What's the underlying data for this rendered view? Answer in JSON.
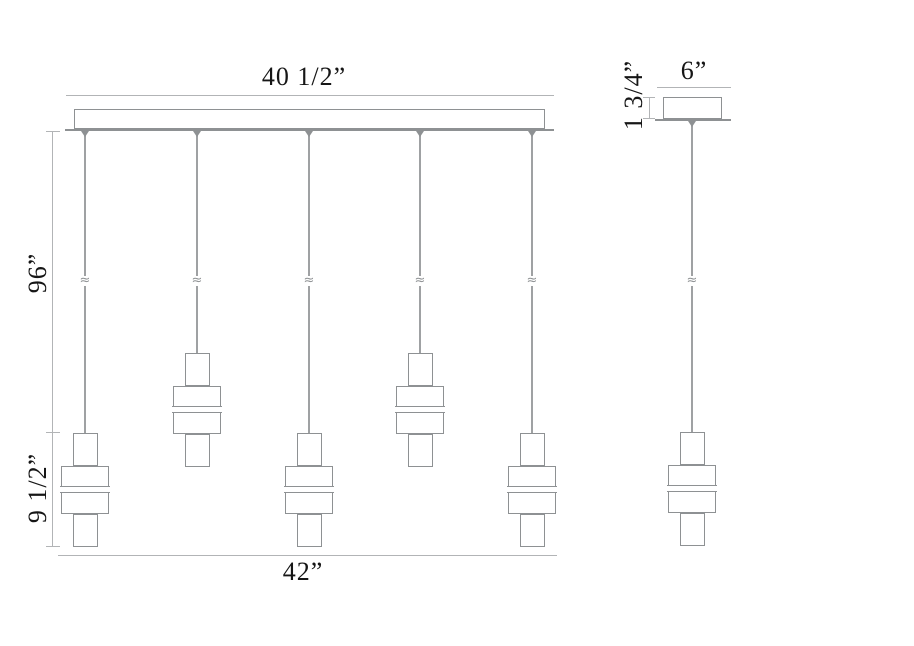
{
  "front_view": {
    "canopy_width_label": "40 1/2”",
    "suspension_length_label": "96”",
    "fixture_height_label": "9 1/2”",
    "overall_width_label": "42”",
    "pendant_count": 5
  },
  "side_view": {
    "canopy_width_label": "6”",
    "canopy_height_label": "1 3/4”"
  },
  "break_symbol": "≈",
  "colors": {
    "object_line": "#8e9193",
    "dimension_line": "#b2b4b6",
    "cable": "#9fa1a3",
    "text": "#161616",
    "background": "#ffffff"
  }
}
